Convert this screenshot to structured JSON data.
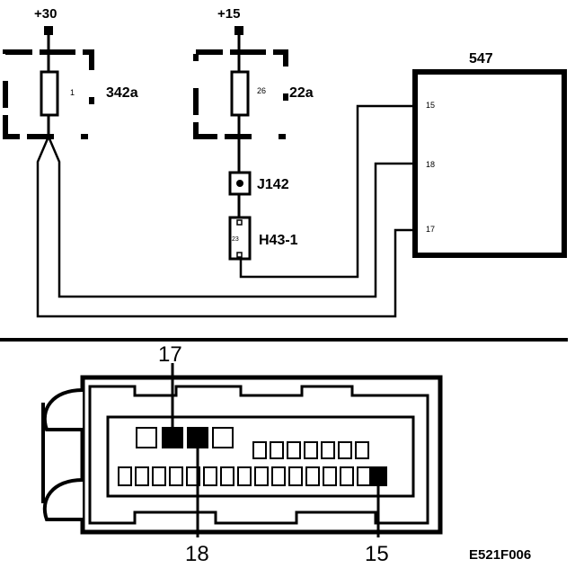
{
  "supplies": {
    "plus30": "+30",
    "plus15": "+15"
  },
  "fuse_boxes": [
    {
      "id": "342a",
      "fuse_no": "1"
    },
    {
      "id": "22a",
      "fuse_no": "26"
    }
  ],
  "junction": {
    "id": "J142"
  },
  "connector": {
    "id": "H43-1",
    "pin": "23"
  },
  "module": {
    "id": "547",
    "pins": [
      "15",
      "18",
      "17"
    ]
  },
  "connector_face": {
    "callouts": [
      "17",
      "18",
      "15"
    ]
  },
  "figure_code": "E521F006"
}
